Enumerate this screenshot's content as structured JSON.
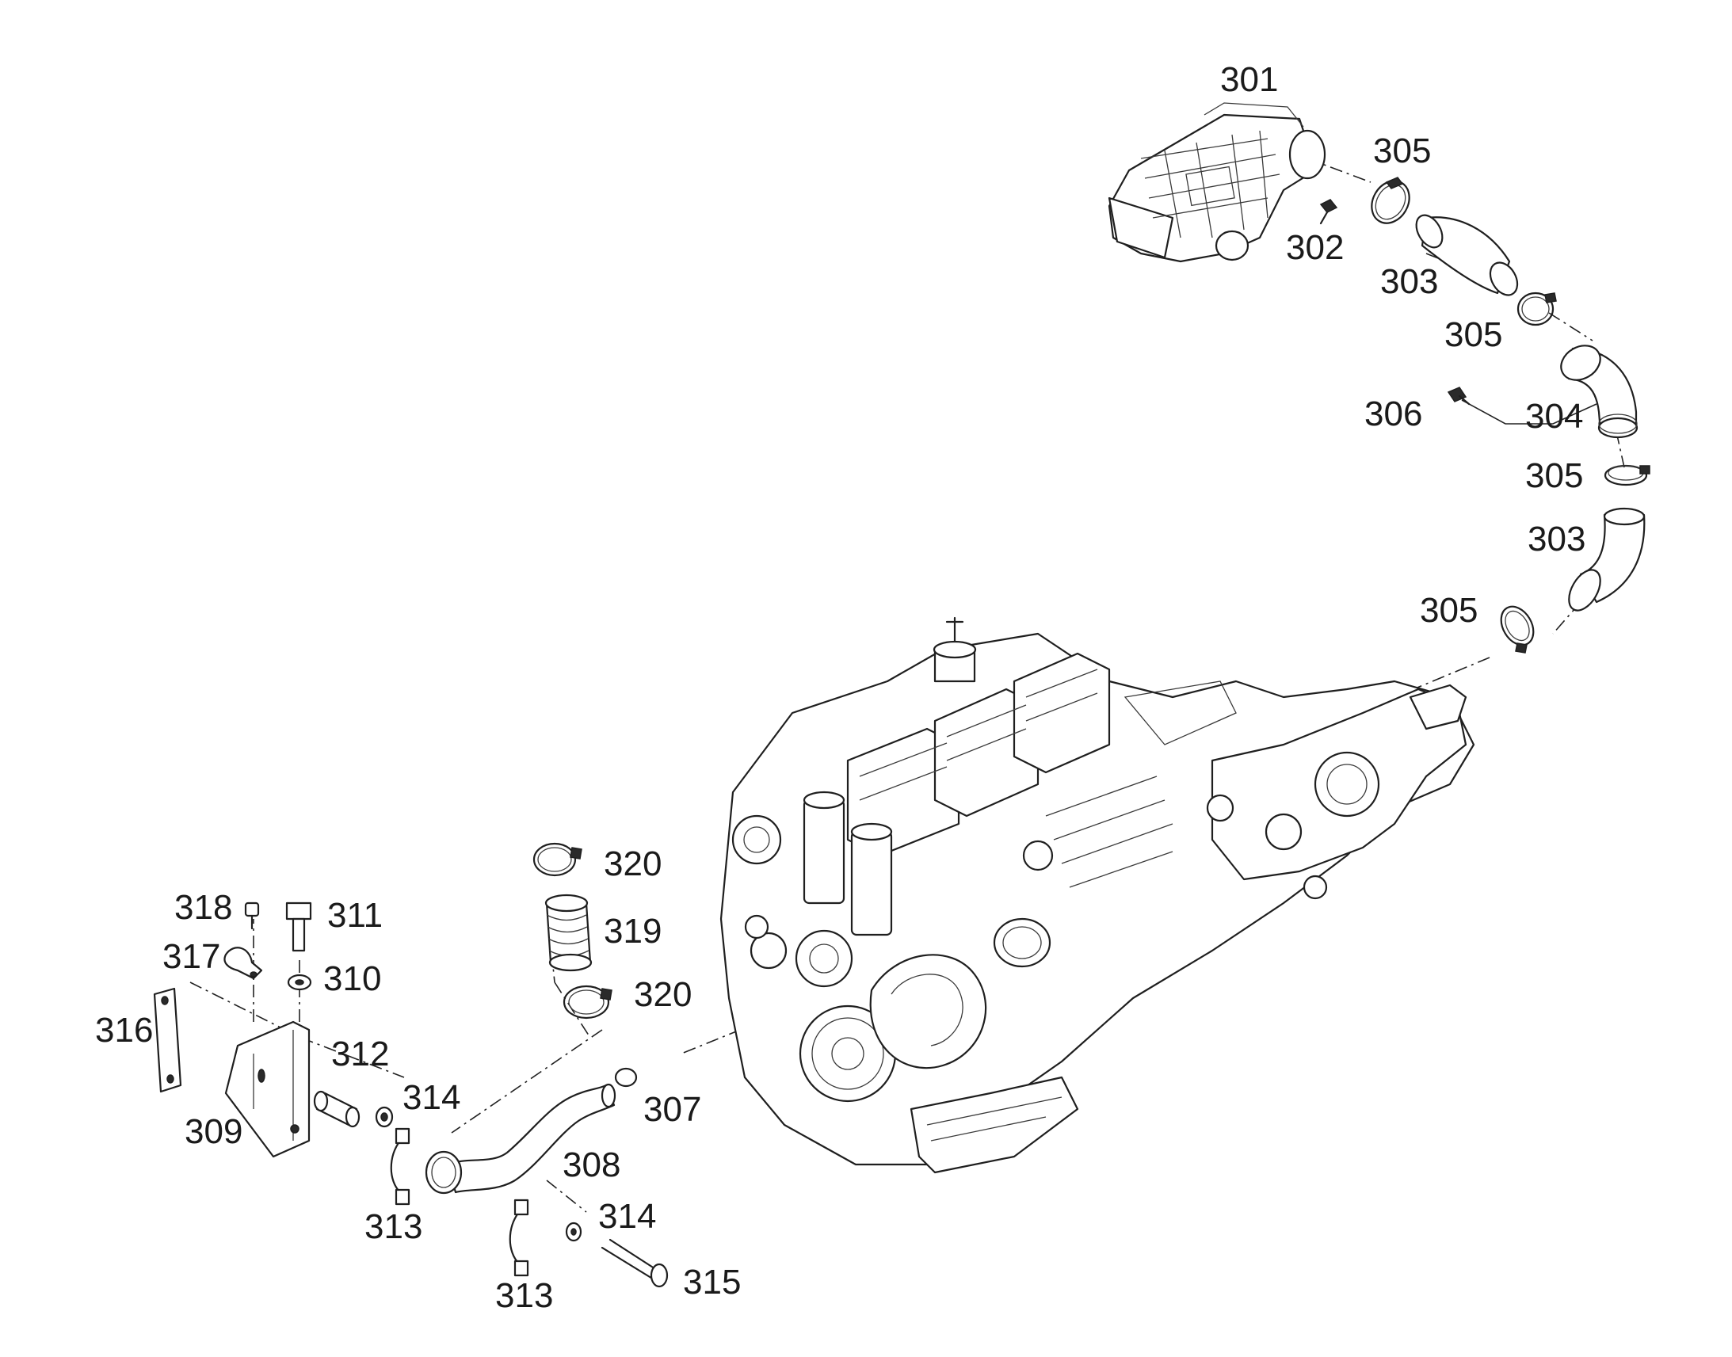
{
  "callouts": {
    "c301": "301",
    "c302": "302",
    "c303a": "303",
    "c303b": "303",
    "c304": "304",
    "c305a": "305",
    "c305b": "305",
    "c305c": "305",
    "c305d": "305",
    "c306": "306",
    "c307": "307",
    "c308": "308",
    "c309": "309",
    "c310": "310",
    "c311": "311",
    "c312": "312",
    "c313a": "313",
    "c313b": "313",
    "c314a": "314",
    "c314b": "314",
    "c315": "315",
    "c316": "316",
    "c317": "317",
    "c318": "318",
    "c319": "319",
    "c320a": "320",
    "c320b": "320"
  }
}
